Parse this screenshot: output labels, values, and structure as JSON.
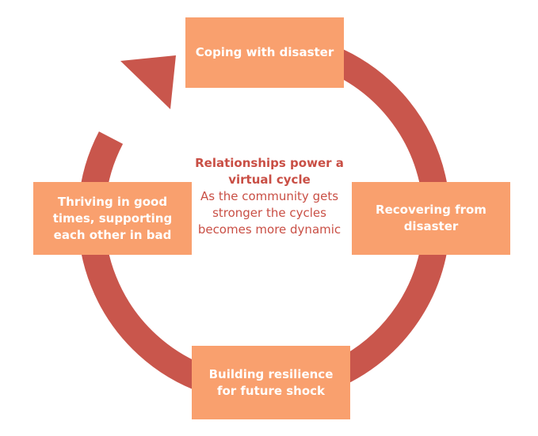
{
  "diagram": {
    "colors": {
      "ring": "#c9564c",
      "box_fill": "#f9a06e",
      "box_text": "#ffffff",
      "center_text": "#c94f45"
    },
    "stages": {
      "top": "Coping with disaster",
      "right": "Recovering from disaster",
      "bottom": "Building resilience for future shock",
      "left": "Thriving in good times, supporting each other in bad"
    },
    "center": {
      "title": "Relationships power a virtual cycle",
      "body": "As the community gets stronger the cycles becomes more dynamic"
    }
  }
}
